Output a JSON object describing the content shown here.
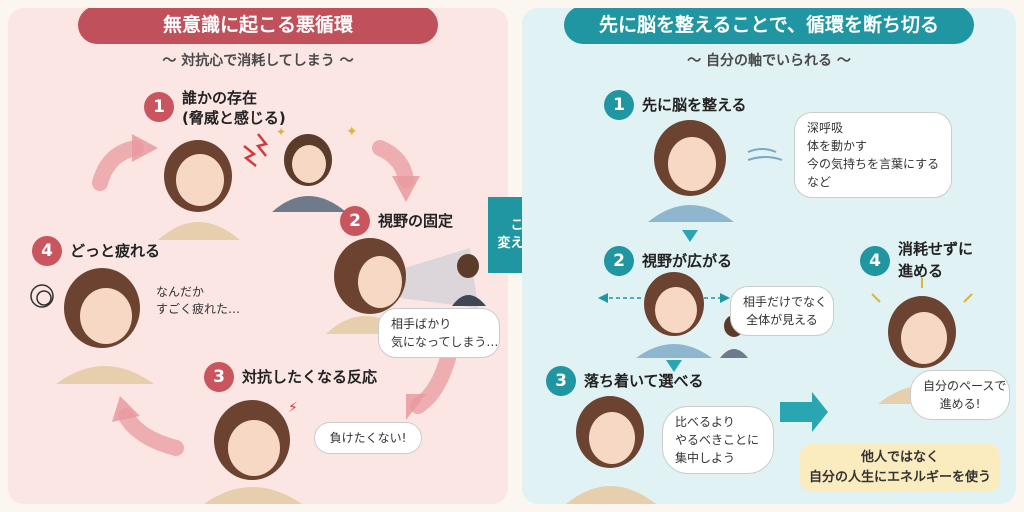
{
  "left": {
    "title": "無意識に起こる悪循環",
    "subtitle": "〜 対抗心で消耗してしまう 〜",
    "steps": [
      {
        "num": "1",
        "label_lines": [
          "誰かの存在",
          "(脅威と感じる)"
        ]
      },
      {
        "num": "2",
        "label": "視野の固定",
        "bubble_lines": [
          "相手ばかり",
          "気になってしまう…"
        ]
      },
      {
        "num": "3",
        "label": "対抗したくなる反応",
        "bubble": "負けたくない!"
      },
      {
        "num": "4",
        "label": "どっと疲れる",
        "bubble_lines": [
          "なんだか",
          "すごく疲れた…"
        ]
      }
    ]
  },
  "middle": {
    "label_lines": [
      "ここで",
      "変えられる"
    ]
  },
  "right": {
    "title": "先に脳を整えることで、循環を断ち切る",
    "subtitle": "〜 自分の軸でいられる 〜",
    "steps": [
      {
        "num": "1",
        "label": "先に脳を整える",
        "bubble_lines": [
          "深呼吸",
          "体を動かす",
          "今の気持ちを言葉にする",
          "など"
        ]
      },
      {
        "num": "2",
        "label": "視野が広がる",
        "bubble_lines": [
          "相手だけでなく",
          "全体が見える"
        ]
      },
      {
        "num": "3",
        "label": "落ち着いて選べる",
        "bubble_lines": [
          "比べるより",
          "やるべきことに",
          "集中しよう"
        ]
      },
      {
        "num": "4",
        "label_lines": [
          "消耗せずに",
          "進める"
        ],
        "bubble_lines": [
          "自分のペースで",
          "進める!"
        ]
      }
    ],
    "footer_lines": [
      "他人ではなく",
      "自分の人生にエネルギーを使う"
    ]
  },
  "colors": {
    "red": "#c0505a",
    "teal": "#1f96a2",
    "gold": "#fbecc0"
  }
}
